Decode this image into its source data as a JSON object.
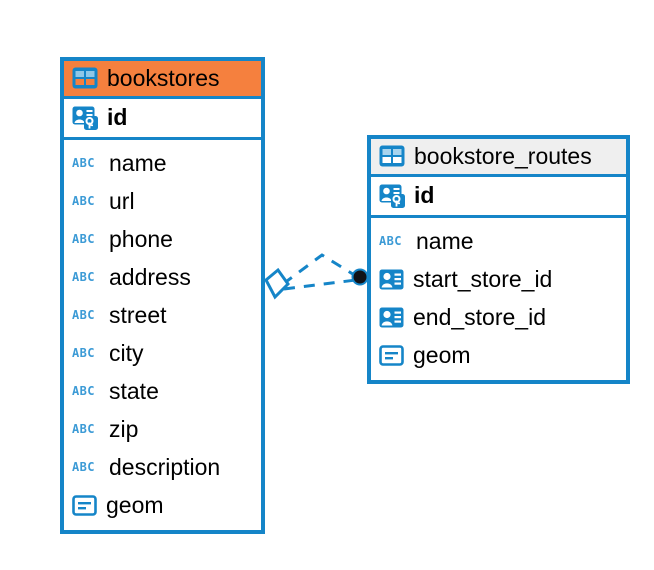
{
  "diagram": {
    "type": "entity-relationship-diagram",
    "background_color": "#ffffff",
    "accent_color": "#1585c8",
    "highlight_color": "#f5803e",
    "neutral_header_color": "#efefef"
  },
  "entities": [
    {
      "id": "bookstores",
      "title": "bookstores",
      "header_style": "accent",
      "table_icon": "table-icon",
      "primary_key": {
        "name": "id",
        "icon": "primary-key-icon"
      },
      "fields": [
        {
          "name": "name",
          "icon": "text-abc-icon",
          "type": "text"
        },
        {
          "name": "url",
          "icon": "text-abc-icon",
          "type": "text"
        },
        {
          "name": "phone",
          "icon": "text-abc-icon",
          "type": "text"
        },
        {
          "name": "address",
          "icon": "text-abc-icon",
          "type": "text"
        },
        {
          "name": "street",
          "icon": "text-abc-icon",
          "type": "text"
        },
        {
          "name": "city",
          "icon": "text-abc-icon",
          "type": "text"
        },
        {
          "name": "state",
          "icon": "text-abc-icon",
          "type": "text"
        },
        {
          "name": "zip",
          "icon": "text-abc-icon",
          "type": "text"
        },
        {
          "name": "description",
          "icon": "text-abc-icon",
          "type": "text"
        },
        {
          "name": "geom",
          "icon": "geometry-icon",
          "type": "geometry"
        }
      ]
    },
    {
      "id": "bookstore_routes",
      "title": "bookstore_routes",
      "header_style": "neutral",
      "table_icon": "table-icon",
      "primary_key": {
        "name": "id",
        "icon": "primary-key-icon"
      },
      "fields": [
        {
          "name": "name",
          "icon": "text-abc-icon",
          "type": "text"
        },
        {
          "name": "start_store_id",
          "icon": "foreign-key-icon",
          "type": "reference"
        },
        {
          "name": "end_store_id",
          "icon": "foreign-key-icon",
          "type": "reference"
        },
        {
          "name": "geom",
          "icon": "geometry-icon",
          "type": "geometry"
        }
      ]
    }
  ],
  "relationship": {
    "from_entity": "bookstores",
    "to_entity": "bookstore_routes",
    "line_style": "dashed",
    "source_marker": "open-diamond",
    "target_marker": "filled-circle",
    "color": "#1585c8"
  },
  "abc_label": "ABC"
}
